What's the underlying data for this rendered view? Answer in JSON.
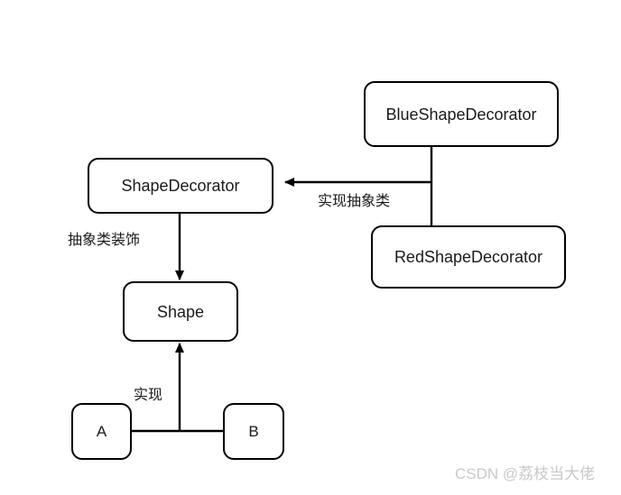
{
  "diagram": {
    "type": "uml-class-diagram",
    "background_color": "#ffffff",
    "stroke_color": "#000000",
    "text_color": "#1a1a1a",
    "nodes": [
      {
        "id": "blueshapedecorator",
        "label": "BlueShapeDecorator"
      },
      {
        "id": "redshapedecorator",
        "label": "RedShapeDecorator"
      },
      {
        "id": "shapedecorator",
        "label": "ShapeDecorator"
      },
      {
        "id": "shape",
        "label": "Shape"
      },
      {
        "id": "a",
        "label": "A"
      },
      {
        "id": "b",
        "label": "B"
      }
    ],
    "edge_labels": [
      {
        "id": "implement-abstract",
        "text": "实现抽象类"
      },
      {
        "id": "abstract-decorate",
        "text": "抽象类装饰"
      },
      {
        "id": "implement",
        "text": "实现"
      }
    ],
    "edges": [
      {
        "from": "blueshapedecorator",
        "to": "shapedecorator",
        "label": "实现抽象类",
        "arrow": "left"
      },
      {
        "from": "redshapedecorator",
        "to": "shapedecorator",
        "label": "实现抽象类",
        "arrow": "left"
      },
      {
        "from": "shapedecorator",
        "to": "shape",
        "label": "抽象类装饰",
        "arrow": "down"
      },
      {
        "from": "a",
        "to": "shape",
        "label": "实现",
        "arrow": "up"
      },
      {
        "from": "b",
        "to": "shape",
        "label": "实现",
        "arrow": "up"
      }
    ]
  },
  "watermark": {
    "text": "CSDN @荔枝当大佬",
    "color": "#c9c9c9"
  }
}
